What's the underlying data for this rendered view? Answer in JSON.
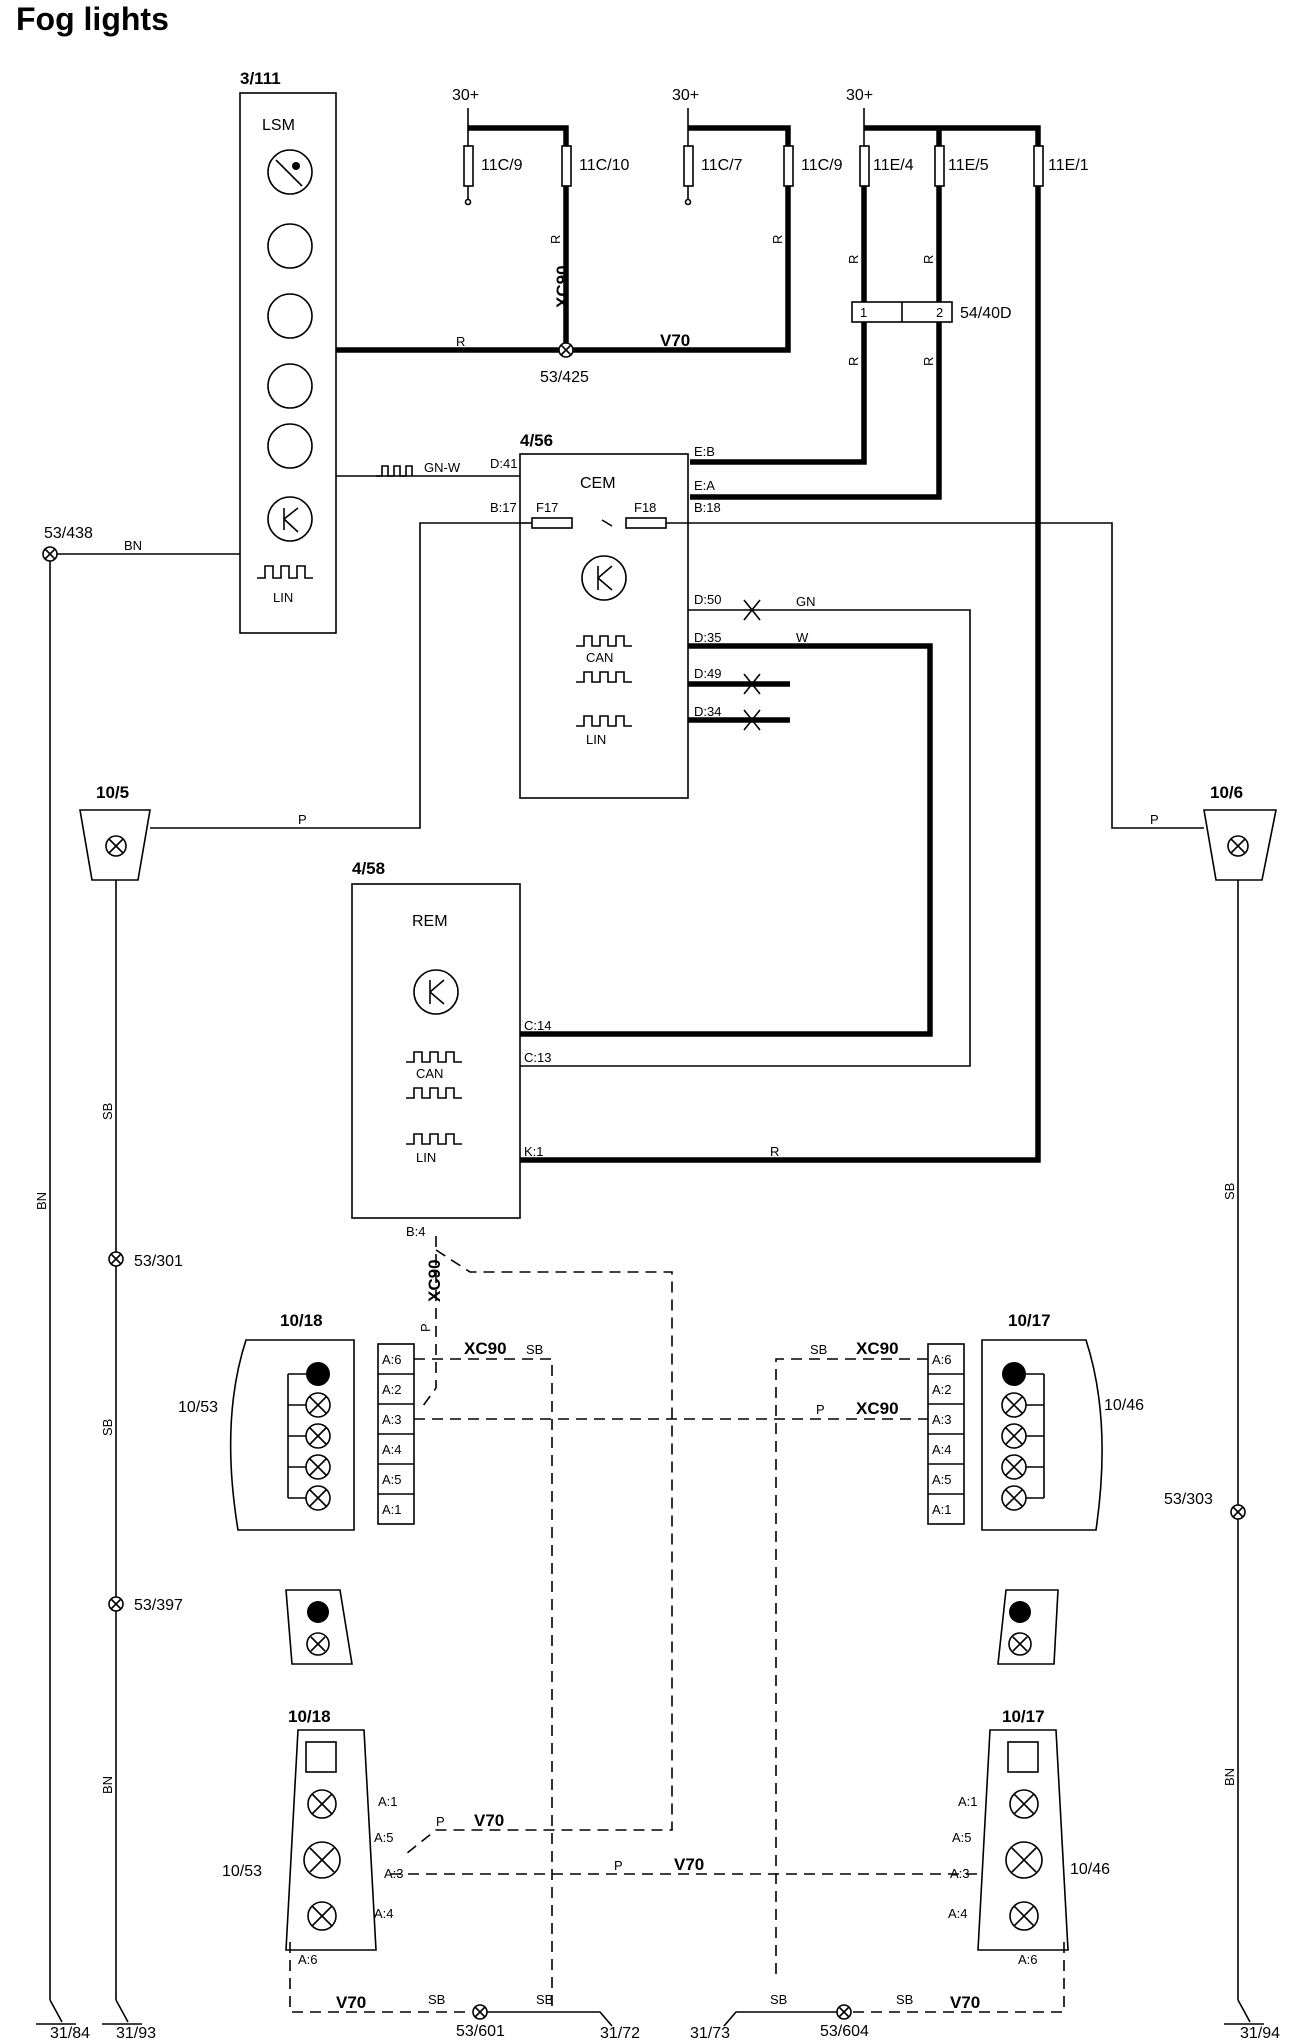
{
  "title": "Fog lights",
  "supply": {
    "label": "30+"
  },
  "components": {
    "lsm": {
      "id": "3/111",
      "name": "LSM",
      "lin": "LIN"
    },
    "cem": {
      "id": "4/56",
      "name": "CEM",
      "can": "CAN",
      "lin": "LIN",
      "fuse_a": "F17",
      "fuse_b": "F18"
    },
    "rem": {
      "id": "4/58",
      "name": "REM",
      "can": "CAN",
      "lin": "LIN"
    },
    "lamp_left": {
      "id": "10/5"
    },
    "lamp_right": {
      "id": "10/6"
    },
    "rear_left_xc90": {
      "id": "10/18",
      "side": "10/53"
    },
    "rear_right_xc90": {
      "id": "10/17",
      "side": "10/46"
    },
    "rear_left_v70": {
      "id": "10/18",
      "side": "10/53"
    },
    "rear_right_v70": {
      "id": "10/17",
      "side": "10/46"
    },
    "connector": {
      "id": "54/40D"
    }
  },
  "fuses": [
    "11C/9",
    "11C/10",
    "11C/7",
    "11C/9",
    "11E/4",
    "11E/5",
    "11E/1"
  ],
  "splices": [
    "53/425",
    "53/438",
    "53/301",
    "53/397",
    "53/303",
    "53/601",
    "53/604"
  ],
  "grounds": [
    "31/84",
    "31/93",
    "31/72",
    "31/73",
    "31/94"
  ],
  "pins": {
    "cem": [
      "D:41",
      "B:17",
      "E:B",
      "E:A",
      "B:18",
      "D:50",
      "D:35",
      "D:49",
      "D:34"
    ],
    "rem": [
      "C:14",
      "C:13",
      "K:1",
      "B:4"
    ],
    "cluster": [
      "A:6",
      "A:2",
      "A:3",
      "A:4",
      "A:5",
      "A:1"
    ]
  },
  "wire_colors": {
    "r": "R",
    "bn": "BN",
    "gnw": "GN-W",
    "gn": "GN",
    "w": "W",
    "p": "P",
    "sb": "SB"
  },
  "variants": {
    "xc90": "XC90",
    "v70": "V70"
  }
}
